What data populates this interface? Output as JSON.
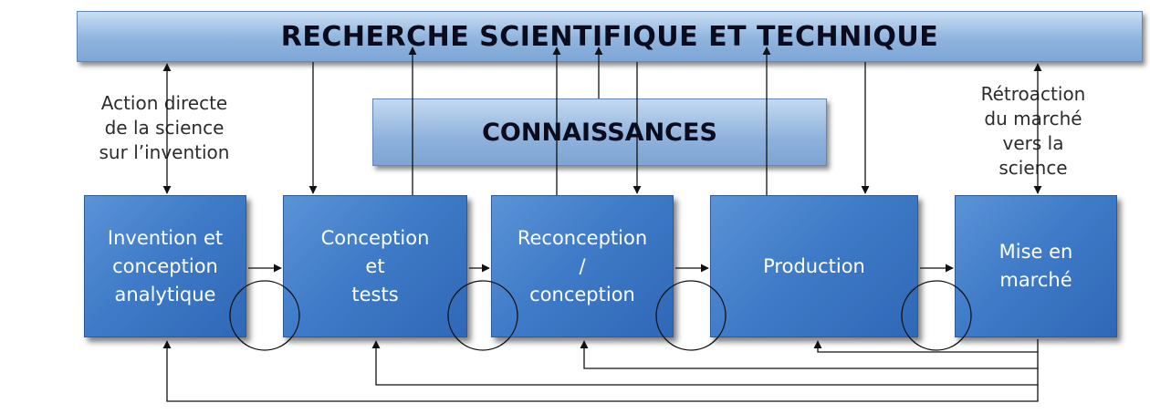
{
  "top_bar": {
    "title": "RECHERCHE SCIENTIFIQUE ET TECHNIQUE"
  },
  "knowledge_box": {
    "title": "CONNAISSANCES"
  },
  "stages": [
    {
      "label": "Invention et\nconception\nanalytique"
    },
    {
      "label": "Conception\net\ntests"
    },
    {
      "label": "Reconception\n/\nconception"
    },
    {
      "label": "Production"
    },
    {
      "label": "Mise en\nmarché"
    }
  ],
  "notes": {
    "left": "Action directe\nde la science\nsur l’invention",
    "right": "Rétroaction\ndu marché\nvers la\nscience"
  },
  "colors": {
    "stage_fill": "#3f7bc8",
    "bar_fill": "#8fb4de",
    "line": "#000000"
  }
}
